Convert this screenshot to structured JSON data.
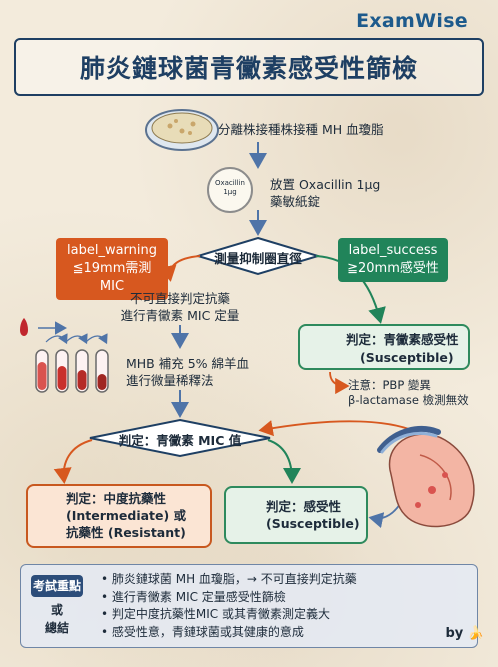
{
  "brand": "ExamWise",
  "title": "肺炎鏈球菌青黴素感受性篩檢",
  "steps": {
    "step1": "分離株接種株接種 MH 血瓊脂",
    "step2_line1": "放置 Oxacillin 1μg",
    "step2_line2": "藥敏紙錠",
    "disk_label_line1": "Oxacillin",
    "disk_label_line2": "1μg",
    "diamond1": "測量抑制圈直徑",
    "warning_line1": "label_warning",
    "warning_line2": "≦19mm需測MIC",
    "success_line1": "label_success",
    "success_line2": "≧20mm感受性",
    "left_note_line1": "不可直接判定抗藥",
    "left_note_line2": "進行青黴素 MIC 定量",
    "mhb_line1": "MHB 補充 5% 綿羊血",
    "mhb_line2": "進行微量稀釋法",
    "diamond2": "判定：青黴素 MIC 值",
    "right_result_line1": "判定：青黴素感受性",
    "right_result_line2": "(Susceptible)",
    "note_line1": "注意：PBP 變異",
    "note_line2": "β-lactamase 檢測無效",
    "bottom_left_line1": "判定：中度抗藥性",
    "bottom_left_line2": "(Intermediate) 或",
    "bottom_left_line3": "抗藥性 (Resistant)",
    "bottom_mid_line1": "判定：感受性",
    "bottom_mid_line2": "(Susceptible)"
  },
  "summary": {
    "tag": "考試重點",
    "or": "或",
    "end": "總結",
    "items": [
      "肺炎鏈球菌 MH 血瓊脂，→ 不可直接判定抗藥",
      "進行青黴素 MIC 定量感受性篩檢",
      "判定中度抗藥性MIC 或其青黴素測定義大",
      "感受性意，青鏈球菌或其健康的意成"
    ]
  },
  "byline": "by 🍌",
  "colors": {
    "navy": "#1e3f63",
    "warning": "#d7581f",
    "success": "#21845a",
    "arrow_blue": "#4f74a8"
  }
}
